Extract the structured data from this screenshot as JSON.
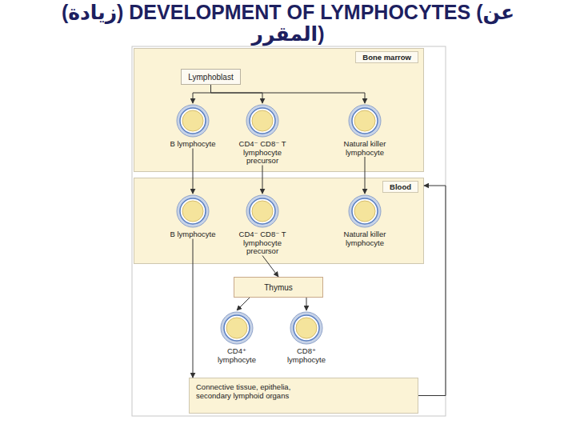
{
  "diagram": {
    "title": "(زيادة) DEVELOPMENT OF LYMPHOCYTES (عن المقرر)",
    "nodes": [
      {
        "text": [
          "Bone marrow"
        ]
      },
      {
        "text": [
          "Lymphoblast"
        ],
        "in": 0
      },
      {
        "text": [
          "B lymphocyte"
        ],
        "in": 0
      },
      {
        "text": [
          "CD4⁻ CD8⁻ T lymphocyte precursor"
        ],
        "in": 0
      },
      {
        "text": [
          "Natural killer lymphocyte"
        ],
        "in": 0
      },
      {
        "text": [
          "Blood"
        ]
      },
      {
        "text": [
          "B lymphocyte"
        ],
        "in": 5
      },
      {
        "text": [
          "CD4⁻ CD8⁻ T lymphocyte precursor"
        ],
        "in": 5
      },
      {
        "text": [
          "Natural killer lymphocyte"
        ],
        "in": 5
      },
      {
        "text": [
          "Thymus"
        ]
      },
      {
        "text": [
          "CD4⁺ lymphocyte"
        ]
      },
      {
        "text": [
          "CD8⁺ lymphocyte"
        ]
      },
      {
        "text": [
          "Connective tissue, epithelia, secondary lymphoid organs"
        ]
      }
    ],
    "edges": [
      {
        "from": 1,
        "to": 2,
        "arrow": "to"
      },
      {
        "from": 1,
        "to": 3,
        "arrow": "to"
      },
      {
        "from": 1,
        "to": 4,
        "arrow": "to"
      },
      {
        "from": 2,
        "to": 6,
        "arrow": "to"
      },
      {
        "from": 3,
        "to": 7,
        "arrow": "to"
      },
      {
        "from": 4,
        "to": 8,
        "arrow": "to"
      },
      {
        "from": 7,
        "to": 9,
        "arrow": "to"
      },
      {
        "from": 9,
        "to": 10,
        "arrow": "to"
      },
      {
        "from": 9,
        "to": 11,
        "arrow": "to"
      },
      {
        "from": 6,
        "to": 12,
        "arrow": "to"
      },
      {
        "from": 12,
        "to": 5,
        "arrow": "to"
      }
    ]
  }
}
